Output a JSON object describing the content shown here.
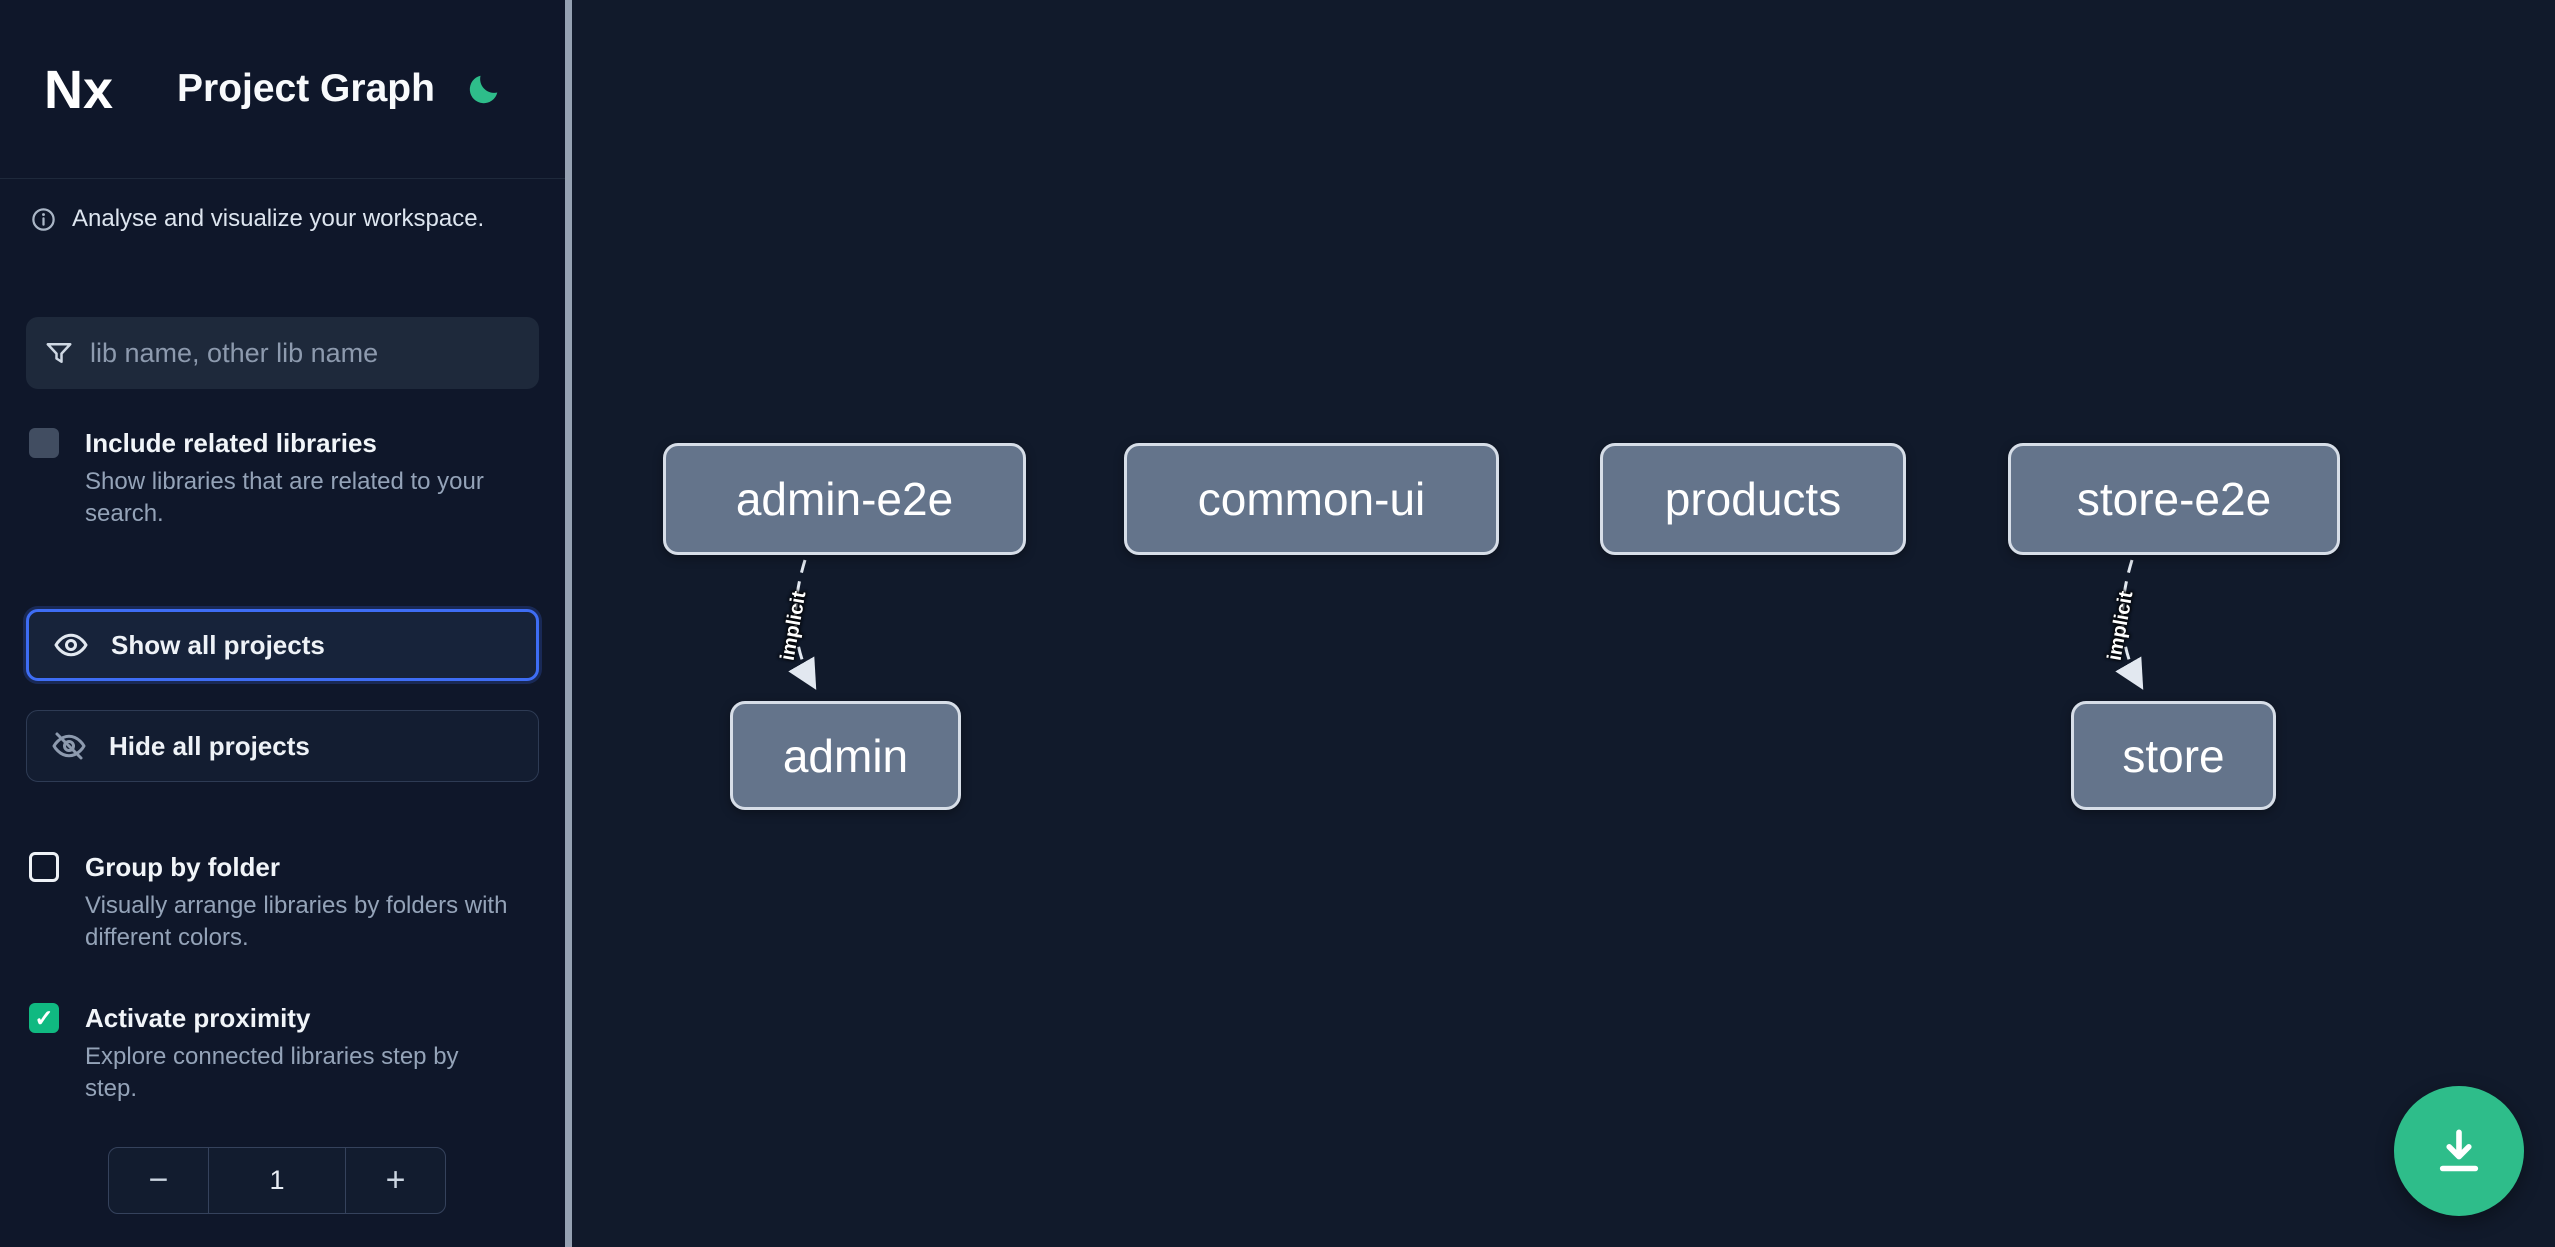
{
  "header": {
    "logo": "Nx",
    "title": "Project Graph",
    "theme_toggle_icon": "moon-icon"
  },
  "sidebar": {
    "subtitle": "Analyse and visualize your workspace.",
    "search": {
      "placeholder": "lib name, other lib name",
      "icon": "filter-funnel-icon"
    },
    "include_related": {
      "label": "Include related libraries",
      "description": "Show libraries that are related to your search.",
      "checked": false
    },
    "show_all_button": {
      "label": "Show all projects",
      "icon": "eye-icon",
      "focused": true
    },
    "hide_all_button": {
      "label": "Hide all projects",
      "icon": "eye-off-icon"
    },
    "group_by_folder": {
      "label": "Group by folder",
      "description": "Visually arrange libraries by folders with different colors.",
      "checked": false
    },
    "activate_proximity": {
      "label": "Activate proximity",
      "description": "Explore connected libraries step by step.",
      "checked": true
    },
    "proximity_stepper": {
      "decrement_label": "−",
      "value": "1",
      "increment_label": "+"
    }
  },
  "graph": {
    "nodes": [
      {
        "label": "admin-e2e"
      },
      {
        "label": "common-ui"
      },
      {
        "label": "products"
      },
      {
        "label": "store-e2e"
      },
      {
        "label": "admin"
      },
      {
        "label": "store"
      }
    ],
    "edges": [
      {
        "from": "admin-e2e",
        "to": "admin",
        "label": "implicit"
      },
      {
        "from": "store-e2e",
        "to": "store",
        "label": "implicit"
      }
    ]
  },
  "fab": {
    "icon": "download-icon"
  },
  "colors": {
    "sidebar_bg": "#0f172a",
    "canvas_bg": "#111a2b",
    "accent_green": "#2ebd8a",
    "checkbox_checked_green": "#10b981",
    "focus_blue": "#3e6df4",
    "node_fill": "#64748b",
    "node_border": "#d7dee8"
  }
}
